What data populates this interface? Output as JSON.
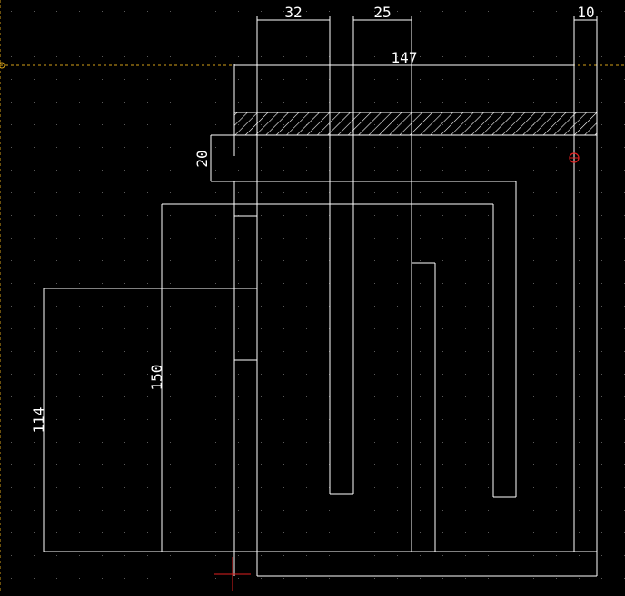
{
  "colors": {
    "background": "#000000",
    "line": "#ffffff",
    "guide": "#d4a017",
    "grid_dot": "#5a5a5a",
    "cursor": "#e02020",
    "marker": "#e02020"
  },
  "dimensions": {
    "top_width_1": "32",
    "top_width_2": "25",
    "top_width_3": "10",
    "overall_width": "147",
    "height_20": "20",
    "height_150": "150",
    "height_114": "114"
  },
  "hatch": "diagonal-hatch",
  "cursor_icon": "crosshair-icon",
  "marker_icon": "snap-marker-icon"
}
